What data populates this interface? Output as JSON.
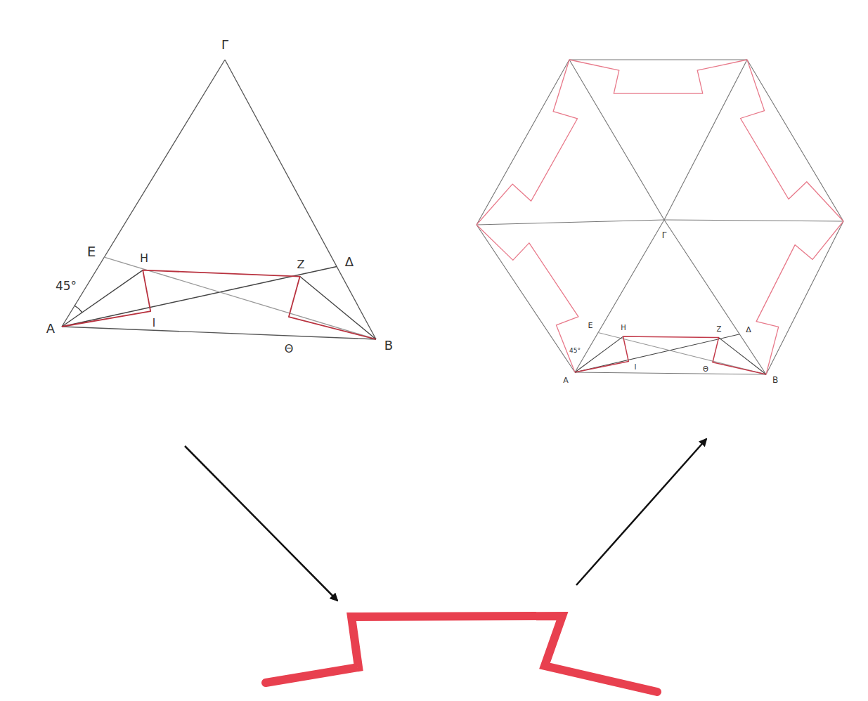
{
  "diagram": {
    "labels": [
      "Γ",
      "Ε",
      "Η",
      "Ζ",
      "Δ",
      "45°",
      "Α",
      "Ι",
      "Θ",
      "Β",
      "Γ",
      "Ε",
      "Η",
      "Ζ",
      "Δ",
      "45°",
      "Α",
      "Ι",
      "Θ",
      "Β"
    ]
  }
}
